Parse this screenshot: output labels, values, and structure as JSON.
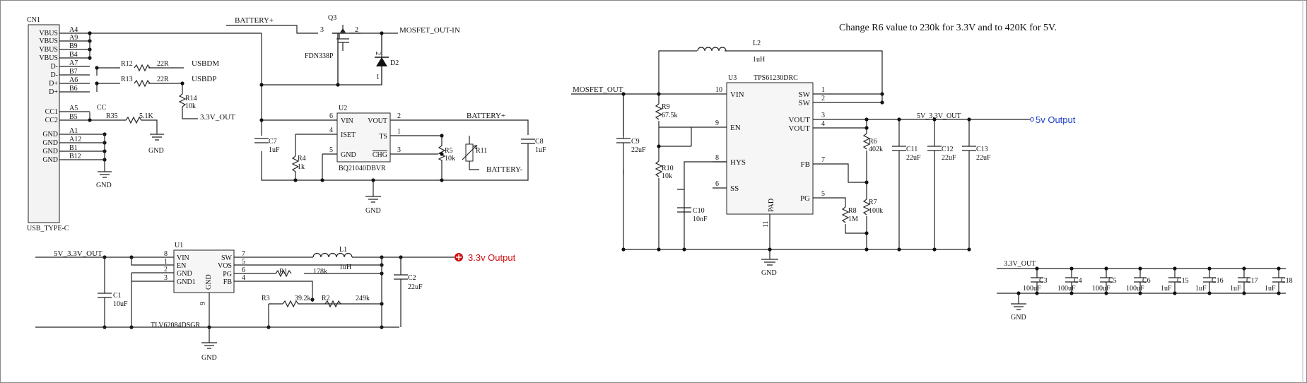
{
  "note": "Change R6 value to 230k for 3.3V and to 420K for 5V.",
  "outputs": {
    "v5": "5v Output",
    "v33": "3.3v Output"
  },
  "nets": {
    "battery_plus": "BATTERY+",
    "battery_minus": "BATTERY-",
    "mosfet_out_in": "MOSFET_OUT-IN",
    "mosfet_out": "MOSFET_OUT",
    "v5_33_out": "5V_3.3V_OUT",
    "v33_out": "3.3V_OUT",
    "usbdm": "USBDM",
    "usbdp": "USBDP",
    "cc": "CC",
    "gnd": "GND"
  },
  "cn1": {
    "ref": "CN1",
    "part": "USB_TYPE-C",
    "pins": [
      {
        "name": "VBUS",
        "num": "A4"
      },
      {
        "name": "VBUS",
        "num": "A9"
      },
      {
        "name": "VBUS",
        "num": "B9"
      },
      {
        "name": "VBUS",
        "num": "B4"
      },
      {
        "name": "D-",
        "num": "A7"
      },
      {
        "name": "D-",
        "num": "B7"
      },
      {
        "name": "D+",
        "num": "A6"
      },
      {
        "name": "D+",
        "num": "B6"
      },
      {
        "name": "CC1",
        "num": "A5"
      },
      {
        "name": "CC2",
        "num": "B5"
      },
      {
        "name": "GND",
        "num": "A1"
      },
      {
        "name": "GND",
        "num": "A12"
      },
      {
        "name": "GND",
        "num": "B1"
      },
      {
        "name": "GND",
        "num": "B12"
      }
    ]
  },
  "q3": {
    "ref": "Q3",
    "part": "FDN338P",
    "pin_left": "3",
    "pin_right": "2"
  },
  "d2": {
    "ref": "D2",
    "pin": "2",
    "pin2": "1"
  },
  "u2": {
    "ref": "U2",
    "part": "BQ21040DBVR",
    "left": [
      {
        "num": "6",
        "name": "VIN"
      },
      {
        "num": "4",
        "name": "ISET"
      },
      {
        "num": "5",
        "name": "GND"
      }
    ],
    "right": [
      {
        "num": "2",
        "name": "VOUT"
      },
      {
        "num": "1",
        "name": "TS"
      },
      {
        "num": "3",
        "name": "CHG"
      }
    ]
  },
  "u3": {
    "ref": "U3",
    "part": "TPS61230DRC",
    "left": [
      {
        "num": "10",
        "name": "VIN"
      },
      {
        "num": "9",
        "name": "EN"
      },
      {
        "num": "8",
        "name": "HYS"
      },
      {
        "num": "6",
        "name": "SS"
      }
    ],
    "right": [
      {
        "num": "1",
        "name": "SW"
      },
      {
        "num": "2",
        "name": "SW"
      },
      {
        "num": "3",
        "name": "VOUT"
      },
      {
        "num": "4",
        "name": "VOUT"
      },
      {
        "num": "7",
        "name": "FB"
      },
      {
        "num": "5",
        "name": "PG"
      }
    ],
    "bottom": {
      "num": "11",
      "name": "PAD"
    }
  },
  "u1": {
    "ref": "U1",
    "part": "TLV62084DSGR",
    "left": [
      {
        "num": "8",
        "name": "VIN"
      },
      {
        "num": "1",
        "name": "EN"
      },
      {
        "num": "2",
        "name": "GND"
      },
      {
        "num": "3",
        "name": "GND1"
      }
    ],
    "right": [
      {
        "num": "7",
        "name": "SW"
      },
      {
        "num": "5",
        "name": "VOS"
      },
      {
        "num": "6",
        "name": "PG"
      },
      {
        "num": "4",
        "name": "FB"
      }
    ],
    "bottom": {
      "num": "9",
      "name": "GND"
    }
  },
  "parts": {
    "r12": {
      "ref": "R12",
      "val": "22R"
    },
    "r13": {
      "ref": "R13",
      "val": "22R"
    },
    "r14": {
      "ref": "R14",
      "val": "10k"
    },
    "r35": {
      "ref": "R35",
      "val": "5.1K"
    },
    "r4": {
      "ref": "R4",
      "val": "1k"
    },
    "r5": {
      "ref": "R5",
      "val": "10k"
    },
    "r11": {
      "ref": "R11",
      "val": ""
    },
    "c7": {
      "ref": "C7",
      "val": "1uF"
    },
    "c8": {
      "ref": "C8",
      "val": "1uF"
    },
    "l2": {
      "ref": "L2",
      "val": "1uH"
    },
    "c9": {
      "ref": "C9",
      "val": "22uF"
    },
    "r9": {
      "ref": "R9",
      "val": "67.5k"
    },
    "r10": {
      "ref": "R10",
      "val": "10k"
    },
    "c10": {
      "ref": "C10",
      "val": "10nF"
    },
    "r6": {
      "ref": "R6",
      "val": "402k"
    },
    "r7": {
      "ref": "R7",
      "val": "100k"
    },
    "r8": {
      "ref": "R8",
      "val": "1M"
    },
    "c11": {
      "ref": "C11",
      "val": "22uF"
    },
    "c12": {
      "ref": "C12",
      "val": "22uF"
    },
    "c13": {
      "ref": "C13",
      "val": "22uF"
    },
    "l1": {
      "ref": "L1",
      "val": "1uH"
    },
    "c1": {
      "ref": "C1",
      "val": "10uF"
    },
    "c2": {
      "ref": "C2",
      "val": "22uF"
    },
    "r1": {
      "ref": "R1",
      "val": "178k"
    },
    "r2": {
      "ref": "R2",
      "val": "249k"
    },
    "r3": {
      "ref": "R3",
      "val": "39.2k"
    }
  },
  "bank": [
    {
      "ref": "C3",
      "val": "100uF"
    },
    {
      "ref": "C4",
      "val": "100uF"
    },
    {
      "ref": "C5",
      "val": "100uF"
    },
    {
      "ref": "C6",
      "val": "100uF"
    },
    {
      "ref": "C15",
      "val": "1uF"
    },
    {
      "ref": "C16",
      "val": "1uF"
    },
    {
      "ref": "C17",
      "val": "1uF"
    },
    {
      "ref": "C18",
      "val": "1uF"
    }
  ]
}
